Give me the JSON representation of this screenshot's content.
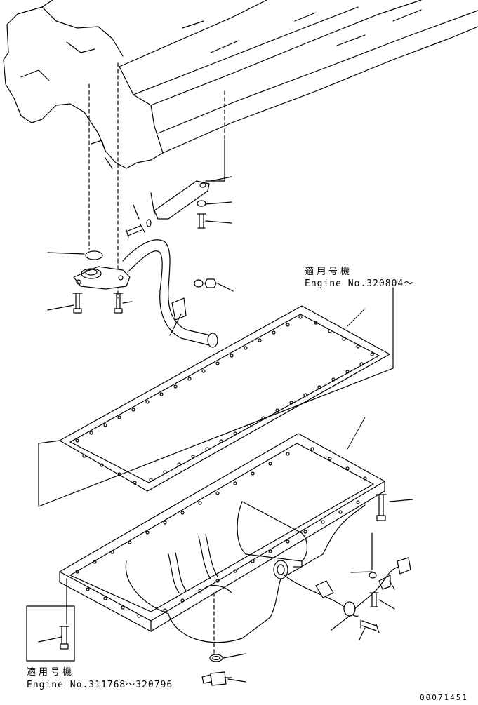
{
  "callouts": {
    "upper_applicable": {
      "jp": "適用号機",
      "engine": "Engine No.320804～"
    },
    "lower_applicable": {
      "jp": "適用号機",
      "engine": "Engine No.311768～320796"
    }
  },
  "drawing_number": "00071451"
}
